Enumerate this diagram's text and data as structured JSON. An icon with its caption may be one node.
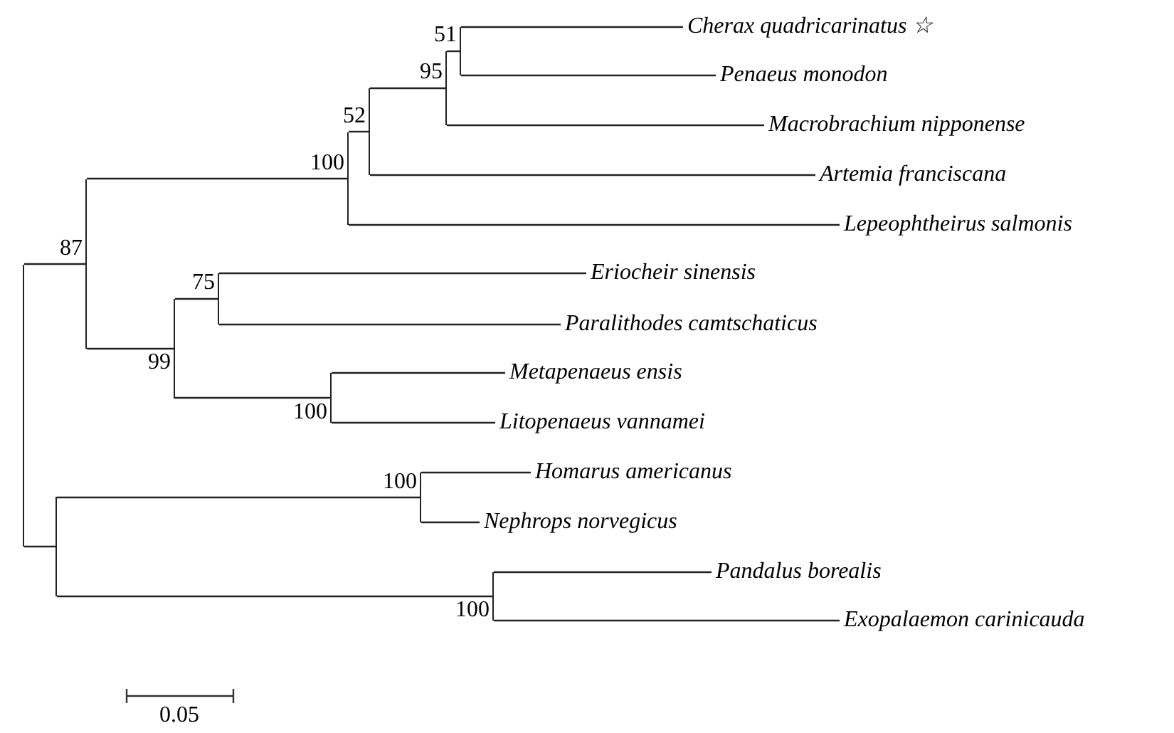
{
  "diagram": {
    "nodes": [
      {
        "text": [],
        "shape": "bar"
      },
      {
        "text": [],
        "shape": "bar",
        "beside": [
          "87"
        ]
      },
      {
        "text": [],
        "shape": "bar",
        "beside": [
          "100"
        ]
      },
      {
        "text": [],
        "shape": "bar",
        "beside": [
          "52"
        ]
      },
      {
        "text": [],
        "shape": "bar",
        "beside": [
          "95"
        ]
      },
      {
        "text": [],
        "shape": "bar",
        "beside": [
          "51"
        ]
      },
      {
        "text": [
          "Cherax quadricarinatus ☆"
        ]
      },
      {
        "text": [
          "Penaeus monodon"
        ]
      },
      {
        "text": [
          "Macrobrachium nipponense"
        ]
      },
      {
        "text": [
          "Artemia franciscana"
        ]
      },
      {
        "text": [
          "Lepeophtheirus salmonis"
        ]
      },
      {
        "text": [],
        "shape": "bar",
        "beside": [
          "99"
        ]
      },
      {
        "text": [],
        "shape": "bar",
        "beside": [
          "75"
        ]
      },
      {
        "text": [
          "Eriocheir sinensis"
        ]
      },
      {
        "text": [
          "Paralithodes camtschaticus"
        ]
      },
      {
        "text": [],
        "shape": "bar",
        "beside": [
          "100"
        ]
      },
      {
        "text": [
          "Metapenaeus ensis"
        ]
      },
      {
        "text": [
          "Litopenaeus vannamei"
        ]
      },
      {
        "text": [],
        "shape": "bar"
      },
      {
        "text": [],
        "shape": "bar",
        "beside": [
          "100"
        ]
      },
      {
        "text": [
          "Homarus americanus"
        ]
      },
      {
        "text": [
          "Nephrops norvegicus"
        ]
      },
      {
        "text": [],
        "shape": "bar",
        "beside": [
          "100"
        ]
      },
      {
        "text": [
          "Pandalus borealis"
        ]
      },
      {
        "text": [
          "Exopalaemon carinicauda"
        ]
      }
    ],
    "edges": [
      {
        "from": 0,
        "to": 1,
        "arrow": "none"
      },
      {
        "from": 0,
        "to": 18,
        "arrow": "none"
      },
      {
        "from": 1,
        "to": 2,
        "arrow": "none"
      },
      {
        "from": 1,
        "to": 11,
        "arrow": "none"
      },
      {
        "from": 2,
        "to": 3,
        "arrow": "none"
      },
      {
        "from": 2,
        "to": 10,
        "arrow": "none"
      },
      {
        "from": 3,
        "to": 4,
        "arrow": "none"
      },
      {
        "from": 3,
        "to": 9,
        "arrow": "none"
      },
      {
        "from": 4,
        "to": 5,
        "arrow": "none"
      },
      {
        "from": 4,
        "to": 8,
        "arrow": "none"
      },
      {
        "from": 5,
        "to": 6,
        "arrow": "none"
      },
      {
        "from": 5,
        "to": 7,
        "arrow": "none"
      },
      {
        "from": 11,
        "to": 12,
        "arrow": "none"
      },
      {
        "from": 11,
        "to": 15,
        "arrow": "none"
      },
      {
        "from": 12,
        "to": 13,
        "arrow": "none"
      },
      {
        "from": 12,
        "to": 14,
        "arrow": "none"
      },
      {
        "from": 15,
        "to": 16,
        "arrow": "none"
      },
      {
        "from": 15,
        "to": 17,
        "arrow": "none"
      },
      {
        "from": 18,
        "to": 19,
        "arrow": "none"
      },
      {
        "from": 18,
        "to": 22,
        "arrow": "none"
      },
      {
        "from": 19,
        "to": 20,
        "arrow": "none"
      },
      {
        "from": 19,
        "to": 21,
        "arrow": "none"
      },
      {
        "from": 22,
        "to": 23,
        "arrow": "none"
      },
      {
        "from": 22,
        "to": 24,
        "arrow": "none"
      }
    ],
    "labels": [
      "0.05"
    ]
  }
}
